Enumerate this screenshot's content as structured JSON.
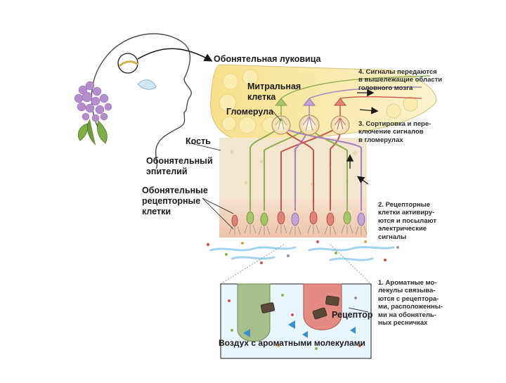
{
  "labels": {
    "bulb": "Обонятельная луковица",
    "mitral_line1": "Митральная",
    "mitral_line2": "клетка",
    "glomerulus": "Гломерула",
    "bone": "Кость",
    "epithelium_line1": "Обонятельный",
    "epithelium_line2": "эпителий",
    "receptor_cells_line1": "Обонятельные",
    "receptor_cells_line2": "рецепторные",
    "receptor_cells_line3": "клетки",
    "receptor": "Рецептор",
    "air": "Воздух с ароматными молекулами"
  },
  "steps": [
    {
      "lines": [
        "4. Сигналы передаются",
        "в вышележащие области",
        "головного мозга"
      ]
    },
    {
      "lines": [
        "3. Сортировка и пере-",
        "ключение сигналов",
        "в гломерулах"
      ]
    },
    {
      "lines": [
        "2. Рецепторные",
        "клетки активиру-",
        "ются и посылают",
        "электрические",
        "сигналы"
      ]
    },
    {
      "lines": [
        "1. Ароматные мо-",
        "лекулы связыва-",
        "ются с рецептора-",
        "ми, расположенны-",
        "ми на обонятель-",
        "ных ресничках"
      ]
    }
  ],
  "colors": {
    "bulb_fill": "#f7e69a",
    "bone_fill": "#f3e7d0",
    "epithelium_fill": "#f1cdb6",
    "cell_green": "#8fb04e",
    "cell_red": "#c9564c",
    "cell_purple": "#a483c2",
    "air_blue": "#9fd3f0"
  }
}
